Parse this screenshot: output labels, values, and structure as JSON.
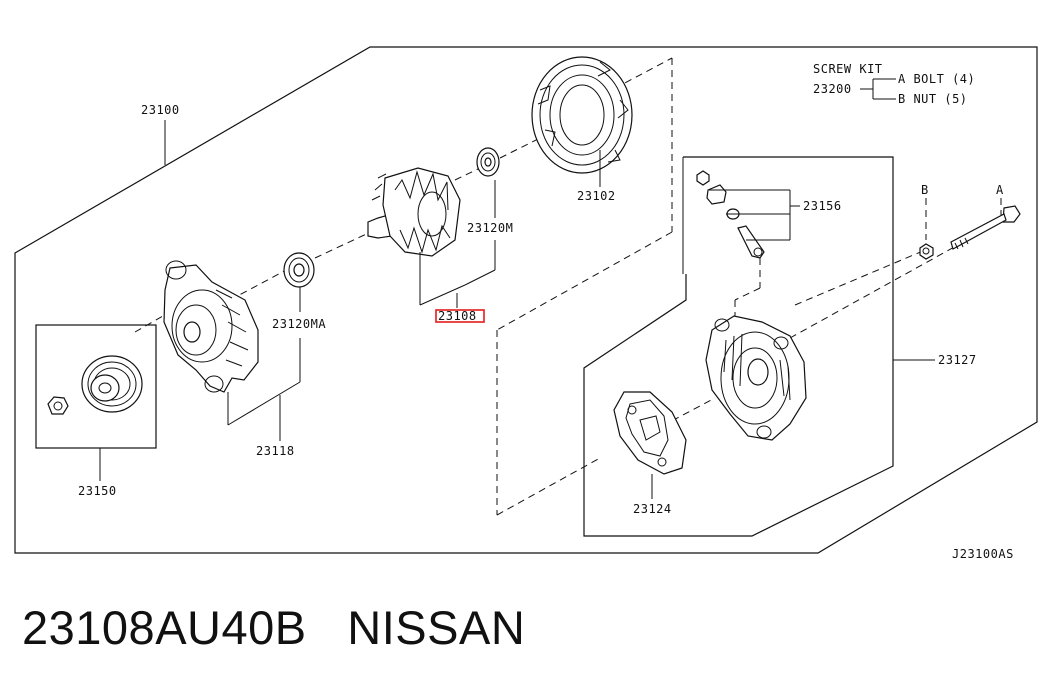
{
  "diagram": {
    "labels": {
      "p23100": "23100",
      "p23102": "23102",
      "p23120M": "23120M",
      "p23108": "23108",
      "p23120MA": "23120MA",
      "p23118": "23118",
      "p23150": "23150",
      "p23156": "23156",
      "p23127": "23127",
      "p23124": "23124",
      "p23200": "23200",
      "screw_kit": "SCREW KIT",
      "kit_a": "A BOLT (4)",
      "kit_b": "B NUT  (5)",
      "callout_a": "A",
      "callout_b": "B",
      "ref_code": "J23100AS"
    },
    "highlight_color": "#e21c1c"
  },
  "footer": {
    "title": "23108AU40B   NISSAN"
  }
}
